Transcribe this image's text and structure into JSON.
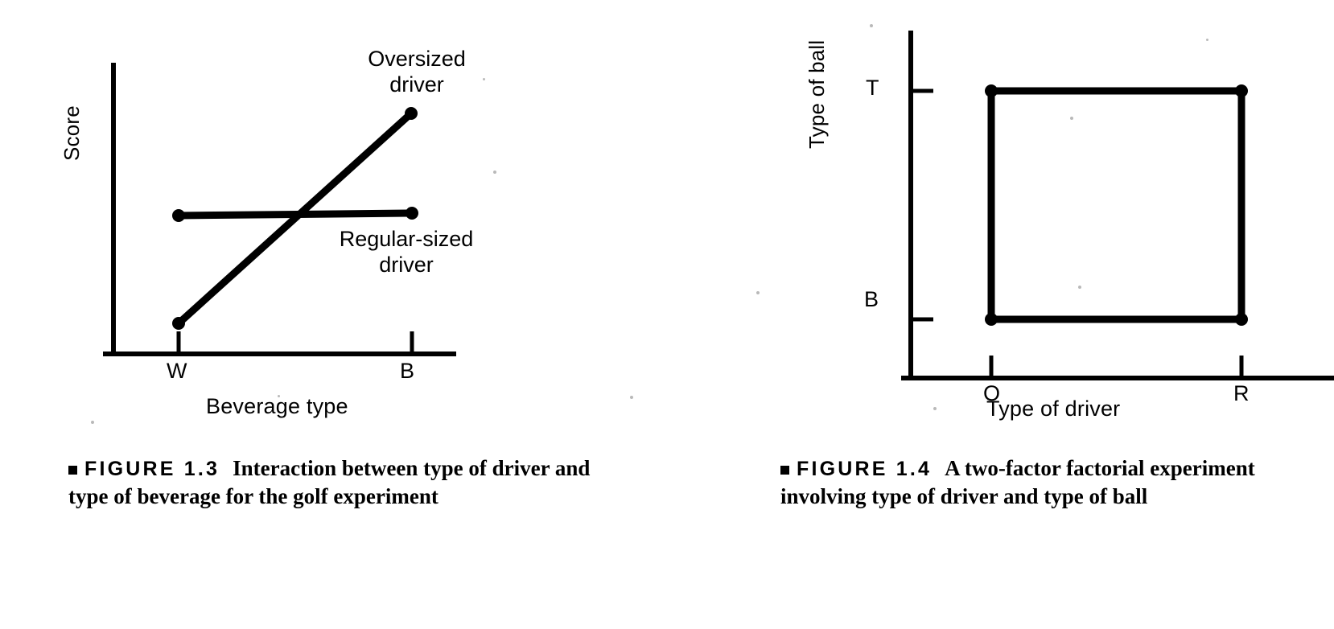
{
  "figure_left": {
    "axes": {
      "ylabel": "Score",
      "xlabel": "Beverage type",
      "xticks": [
        "W",
        "B"
      ]
    },
    "annotations": {
      "series_high_line1": "Oversized",
      "series_high_line2": "driver",
      "series_flat_line1": "Regular-sized",
      "series_flat_line2": "driver"
    },
    "caption": {
      "marker": "■",
      "label": "FIGURE 1.3",
      "text": "Interaction between type of driver and type of beverage for the golf experiment"
    }
  },
  "figure_right": {
    "axes": {
      "ylabel": "Type of ball",
      "xlabel": "Type of driver",
      "xticks": [
        "O",
        "R"
      ],
      "yticks": [
        "T",
        "B"
      ]
    },
    "caption": {
      "marker": "■",
      "label": "FIGURE 1.4",
      "text": "A two-factor factorial experiment involving type of driver and type of ball"
    }
  },
  "colors": {
    "ink": "#000000",
    "paper": "#ffffff"
  },
  "chart_data": [
    {
      "id": "figure-1-3",
      "type": "line",
      "title": "",
      "xlabel": "Beverage type",
      "ylabel": "Score",
      "categories": [
        "W",
        "B"
      ],
      "xticklabels": [
        "W",
        "B"
      ],
      "yticklabels": [],
      "grid": false,
      "legend": "inline-annotations",
      "series": [
        {
          "name": "Oversized driver",
          "values": [
            1.0,
            5.2
          ],
          "marker": "filled-circle"
        },
        {
          "name": "Regular-sized driver",
          "values": [
            3.3,
            3.35
          ],
          "marker": "filled-circle"
        }
      ],
      "ylim": [
        0,
        6
      ],
      "notes": "Non-parallel lines indicate interaction; oversized-driver line rises steeply, regular-sized line is flat."
    },
    {
      "id": "figure-1-4",
      "type": "scatter",
      "title": "",
      "xlabel": "Type of driver",
      "ylabel": "Type of ball",
      "xticklabels": [
        "O",
        "R"
      ],
      "yticklabels": [
        "B",
        "T"
      ],
      "grid": false,
      "legend": "none",
      "points": [
        {
          "x": "O",
          "y": "B"
        },
        {
          "x": "R",
          "y": "B"
        },
        {
          "x": "O",
          "y": "T"
        },
        {
          "x": "R",
          "y": "T"
        }
      ],
      "edges": [
        [
          "O,T",
          "R,T"
        ],
        [
          "R,T",
          "R,B"
        ],
        [
          "R,B",
          "O,B"
        ],
        [
          "O,B",
          "O,T"
        ]
      ],
      "notes": "Four design points of a 2x2 factorial joined by a square."
    }
  ]
}
